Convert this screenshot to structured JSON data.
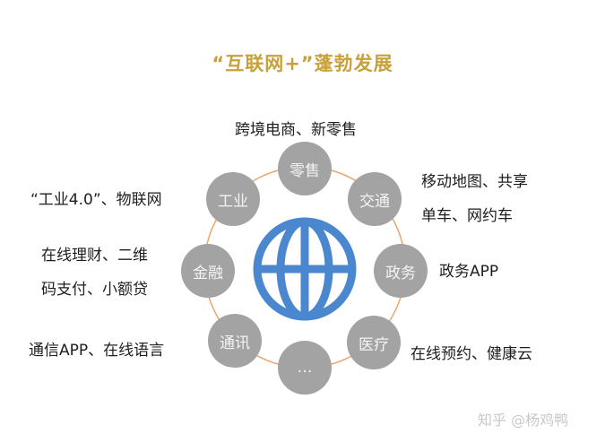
{
  "title": "“互联网+”蓬勃发展",
  "center_icon": "globe-icon",
  "colors": {
    "title": "#c9a13a",
    "globe": "#4a87cf",
    "ring": "#e8a66a",
    "node": "#a3a3a3"
  },
  "nodes": [
    {
      "label": "零售",
      "description": "跨境电商、新零售"
    },
    {
      "label": "交通",
      "description_line1": "移动地图、共享",
      "description_line2": "单车、网约车"
    },
    {
      "label": "政务",
      "description": "政务APP"
    },
    {
      "label": "医疗",
      "description": "在线预约、健康云"
    },
    {
      "label": "…"
    },
    {
      "label": "通讯",
      "description": "通信APP、在线语言"
    },
    {
      "label": "金融",
      "description_line1": "在线理财、二维",
      "description_line2": "码支付、小额贷"
    },
    {
      "label": "工业",
      "description": "“工业4.0”、物联网"
    }
  ],
  "watermark": "知乎 @杨鸡鸭"
}
